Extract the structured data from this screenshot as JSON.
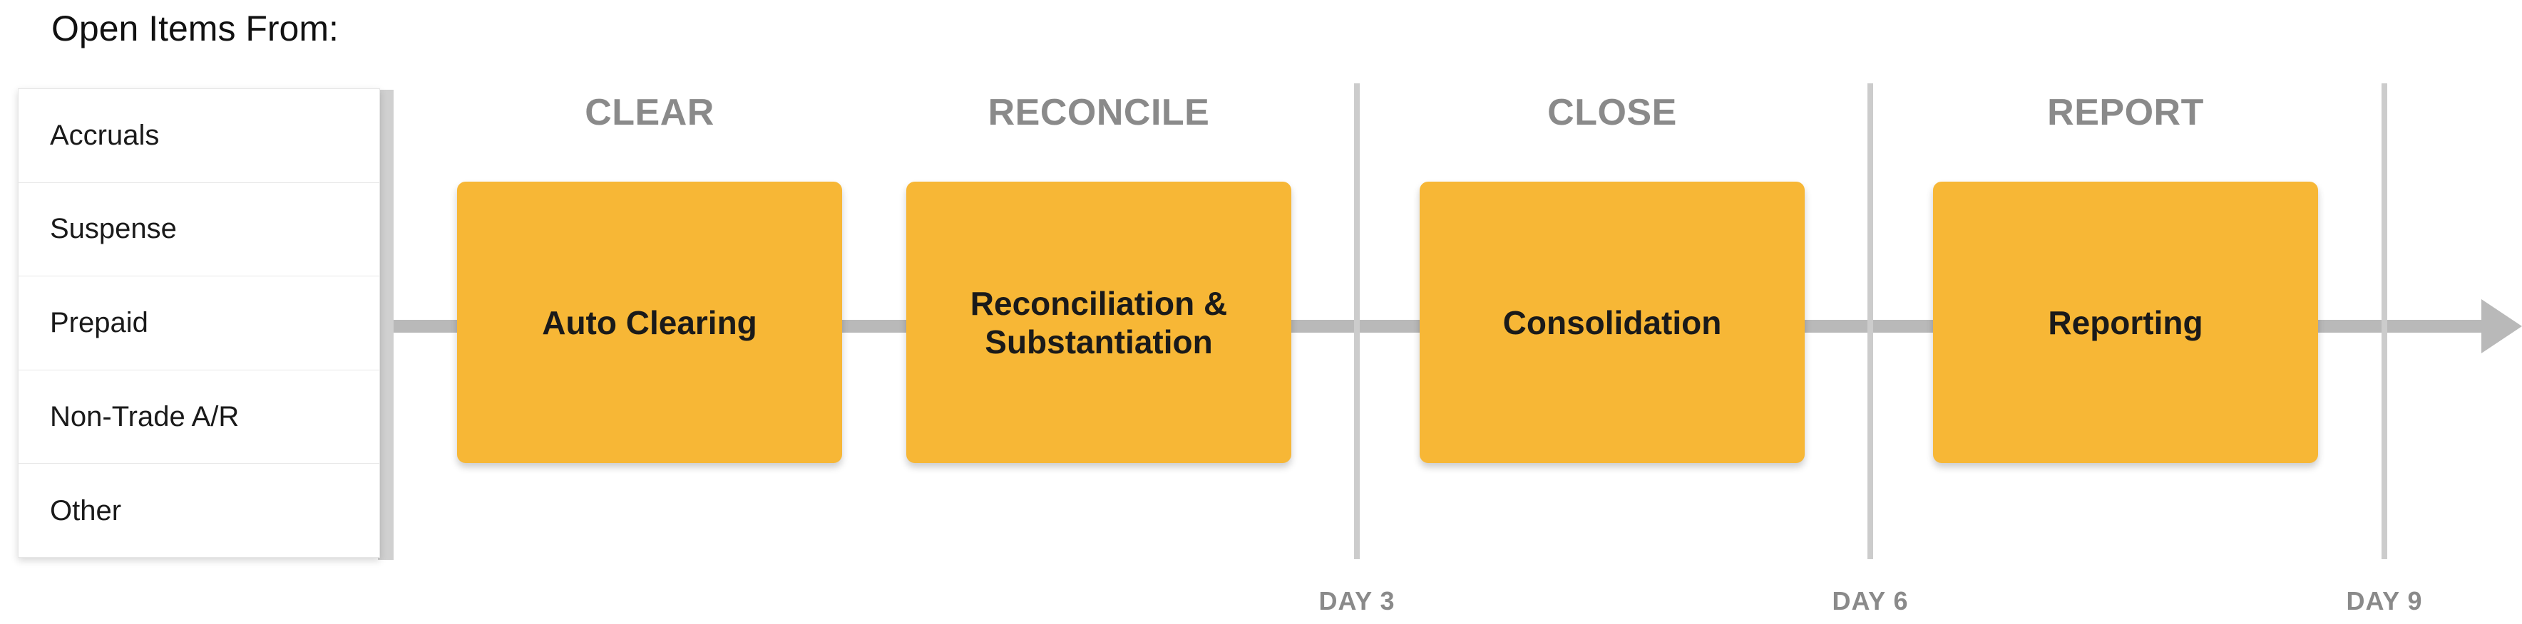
{
  "title": "Open Items From:",
  "sources": [
    "Accruals",
    "Suspense",
    "Prepaid",
    "Non-Trade A/R",
    "Other"
  ],
  "phases": [
    {
      "name": "CLEAR",
      "card": "Auto Clearing"
    },
    {
      "name": "RECONCILE",
      "card": "Reconciliation &\nSubstantiation"
    },
    {
      "name": "CLOSE",
      "card": "Consolidation"
    },
    {
      "name": "REPORT",
      "card": "Reporting"
    }
  ],
  "days": [
    "DAY 3",
    "DAY 6",
    "DAY 9"
  ],
  "colors": {
    "card": "#f7b736",
    "line": "#b9b9b9",
    "divider": "#cccccc",
    "phase_text": "#8a8a8a"
  },
  "icons": {
    "flow_end": "right-arrow-icon"
  }
}
